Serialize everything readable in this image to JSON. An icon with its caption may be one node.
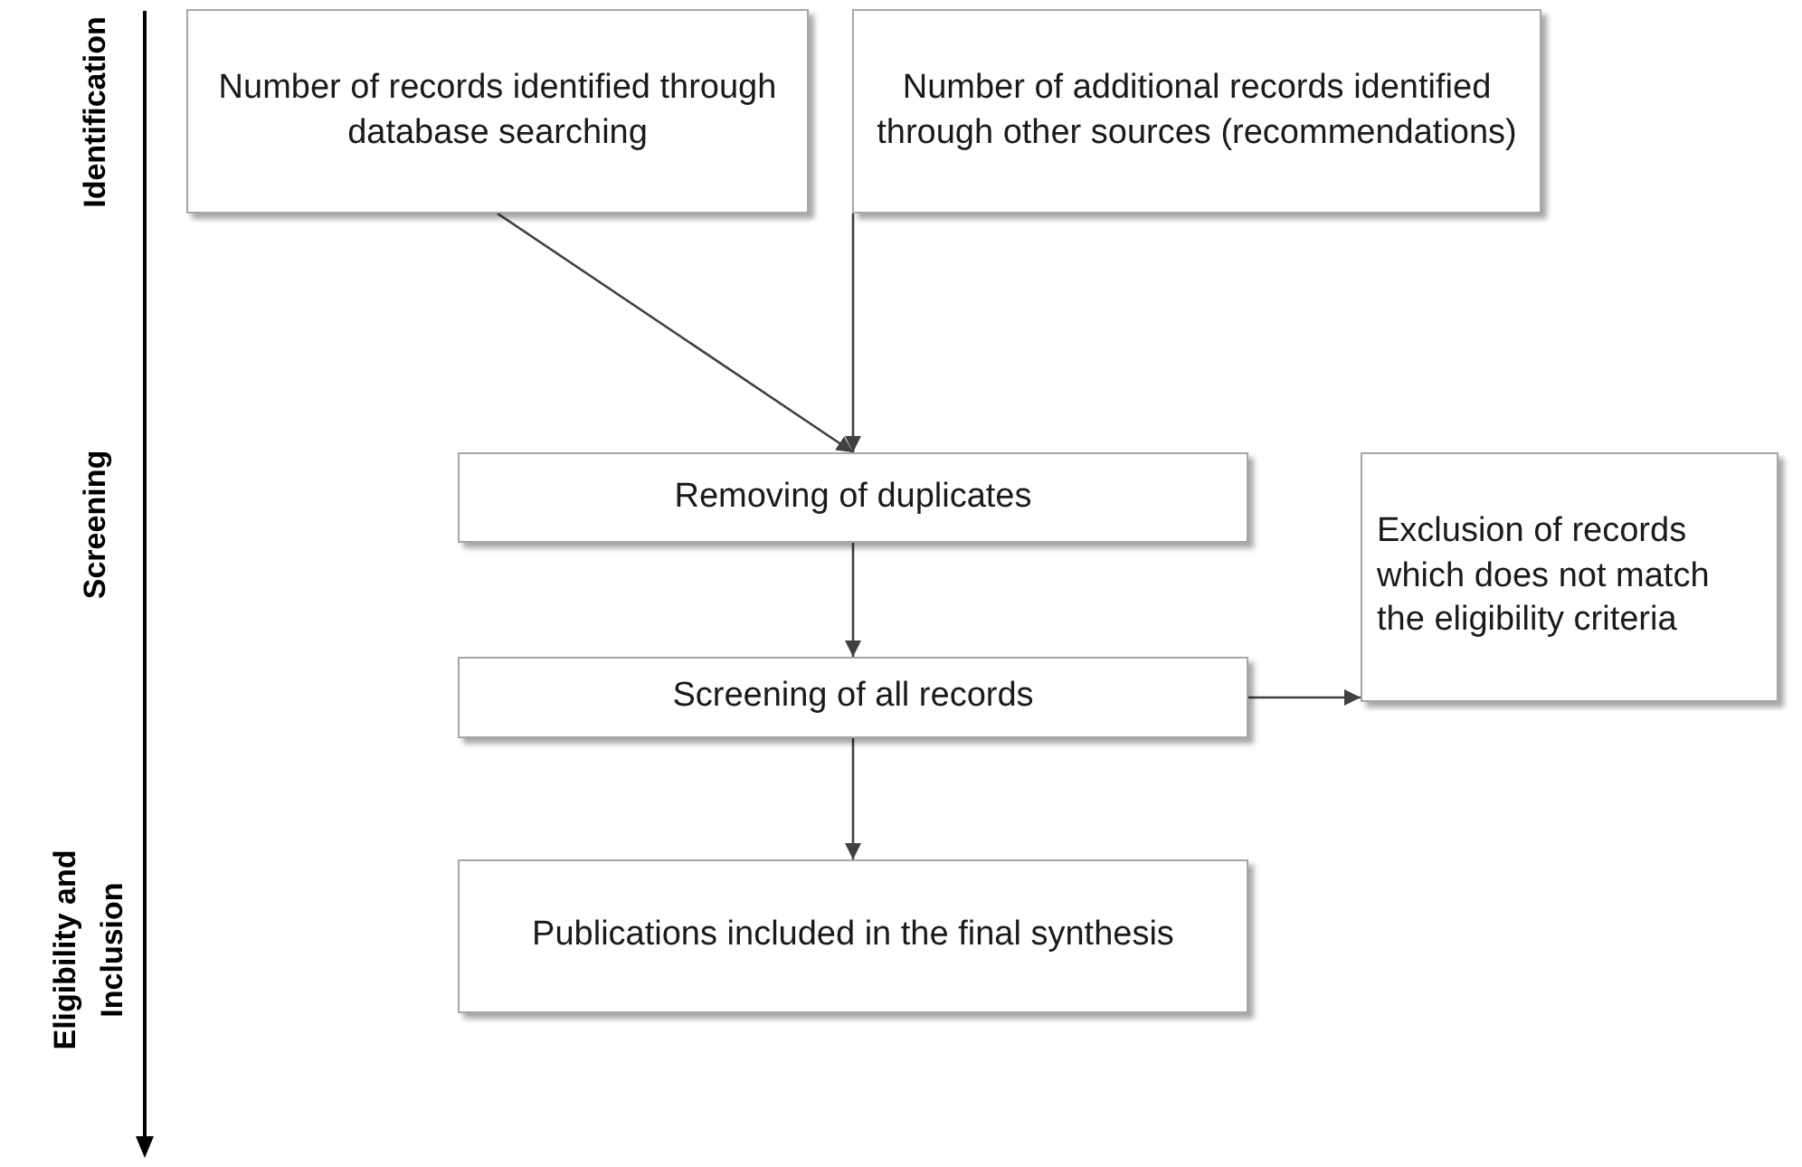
{
  "diagram": {
    "nodes": [
      {
        "text": [
          "Number of records identified through database searching"
        ]
      },
      {
        "text": [
          "Number of additional records identified through other sources (recommendations)"
        ]
      },
      {
        "text": [
          "Removing of duplicates"
        ]
      },
      {
        "text": [
          "Screening of all records"
        ]
      },
      {
        "text": [
          "Exclusion of records which does not match the eligibility criteria"
        ]
      },
      {
        "text": [
          "Publications included in the final synthesis"
        ]
      }
    ],
    "edges": [
      {
        "from": 0,
        "to": 2,
        "arrow": "to"
      },
      {
        "from": 1,
        "to": 2,
        "arrow": "to"
      },
      {
        "from": 2,
        "to": 3,
        "arrow": "to"
      },
      {
        "from": 3,
        "to": 4,
        "arrow": "to"
      },
      {
        "from": 3,
        "to": 5,
        "arrow": "to"
      }
    ],
    "labels": [
      "Identification",
      "Screening",
      "Eligibility and Inclusion"
    ]
  }
}
